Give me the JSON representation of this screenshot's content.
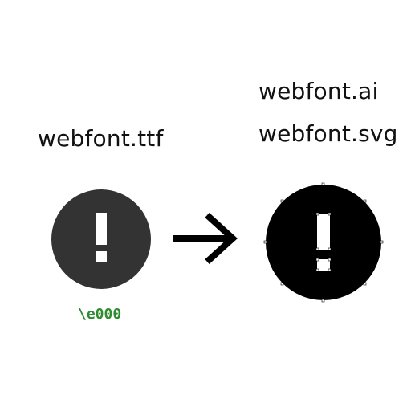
{
  "left": {
    "title": "webfont.ttf",
    "glyph_code": "\\e000"
  },
  "right": {
    "title_1": "webfont.ai",
    "title_2": "webfont.svg"
  },
  "icons": {
    "left_icon": "exclamation-circle-icon",
    "right_icon": "exclamation-circle-icon",
    "arrow_icon": "arrow-right-icon"
  },
  "colors": {
    "left_icon_fill": "#333333",
    "right_icon_fill": "#000000",
    "glyph_code": "#2e8b2e",
    "text": "#111111",
    "background": "#ffffff"
  }
}
